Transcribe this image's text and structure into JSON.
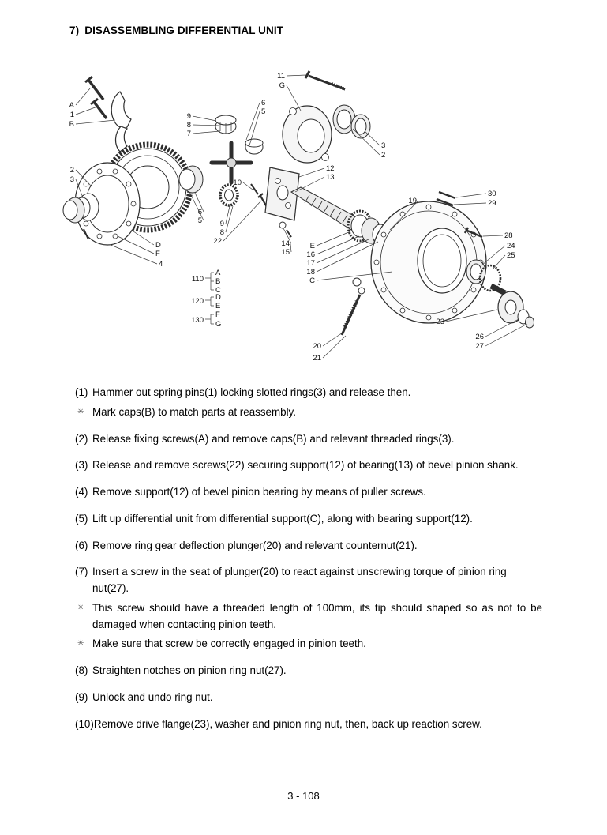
{
  "page": {
    "heading_number": "7)",
    "heading": "DISASSEMBLING DIFFERENTIAL UNIT",
    "page_number": "3 - 108"
  },
  "diagram": {
    "labels": [
      "A",
      "1",
      "B",
      "2",
      "3",
      "D",
      "F",
      "4",
      "9",
      "8",
      "7",
      "6",
      "5",
      "6",
      "5",
      "9",
      "8",
      "22",
      "10",
      "12",
      "13",
      "11",
      "G",
      "3",
      "2",
      "14",
      "15",
      "E",
      "16",
      "17",
      "18",
      "C",
      "19",
      "30",
      "29",
      "28",
      "24",
      "25",
      "23",
      "26",
      "27",
      "20",
      "21",
      "110",
      "120",
      "130",
      "A",
      "B",
      "C",
      "D",
      "E",
      "F",
      "G"
    ]
  },
  "instructions": [
    {
      "marker": "(1)",
      "text": "Hammer out spring pins(1) locking slotted rings(3) and release then."
    },
    {
      "marker": "✳",
      "text": "Mark caps(B) to match parts at reassembly."
    },
    {
      "marker": "(2)",
      "text": "Release fixing screws(A) and remove caps(B) and relevant threaded rings(3)."
    },
    {
      "marker": "(3)",
      "text": "Release and remove screws(22) securing support(12) of bearing(13) of bevel pinion shank."
    },
    {
      "marker": "(4)",
      "text": "Remove support(12) of bevel pinion bearing by means of puller screws."
    },
    {
      "marker": "(5)",
      "text": "Lift up differential unit from differential support(C), along with bearing support(12)."
    },
    {
      "marker": "(6)",
      "text": "Remove ring gear deflection plunger(20) and relevant counternut(21)."
    },
    {
      "marker": "(7)",
      "text": "Insert a screw in the seat of plunger(20) to react against unscrewing torque of pinion ring nut(27)."
    },
    {
      "marker": "✳",
      "text": "This screw should have a threaded length of 100mm, its tip should shaped so as not to be damaged when contacting pinion teeth."
    },
    {
      "marker": "✳",
      "text": "Make sure that screw be correctly engaged in pinion teeth."
    },
    {
      "marker": "(8)",
      "text": "Straighten notches on pinion ring nut(27)."
    },
    {
      "marker": "(9)",
      "text": "Unlock and undo ring nut."
    },
    {
      "marker": "(10)",
      "text": "Remove drive flange(23), washer and pinion ring nut, then, back up reaction screw."
    }
  ]
}
